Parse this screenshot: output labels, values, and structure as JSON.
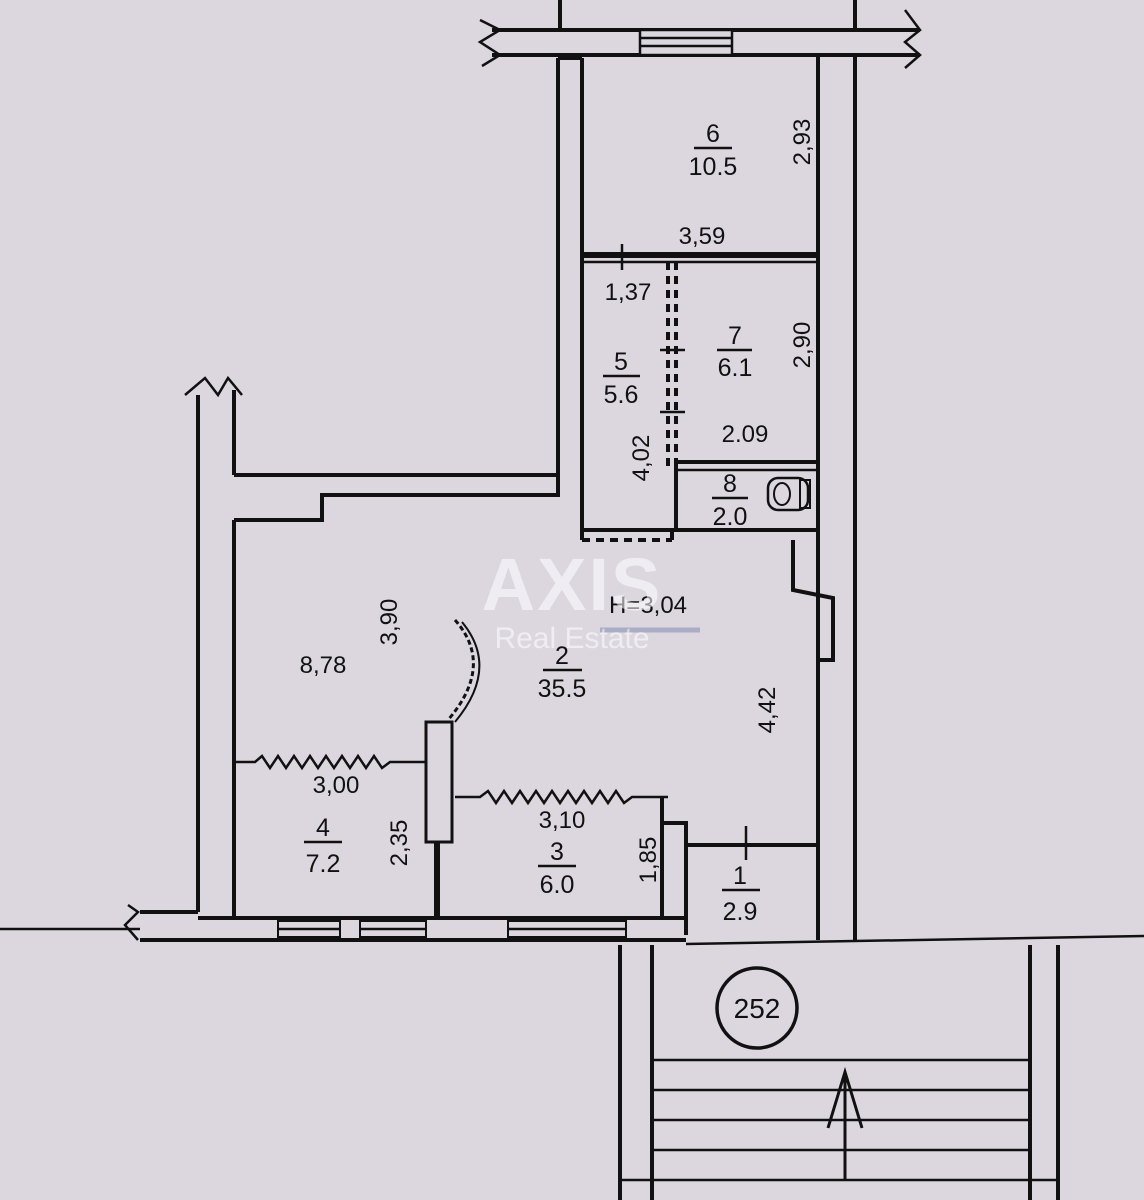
{
  "watermark": {
    "brand": "AXIS",
    "sub": "Real Estate"
  },
  "ceiling_height": "H=3,04",
  "unit_number": "252",
  "rooms": {
    "r1": {
      "number": "1",
      "area": "2.9"
    },
    "r2": {
      "number": "2",
      "area": "35.5"
    },
    "r3": {
      "number": "3",
      "area": "6.0"
    },
    "r4": {
      "number": "4",
      "area": "7.2"
    },
    "r5": {
      "number": "5",
      "area": "5.6"
    },
    "r6": {
      "number": "6",
      "area": "10.5"
    },
    "r7": {
      "number": "7",
      "area": "6.1"
    },
    "r8": {
      "number": "8",
      "area": "2.0"
    }
  },
  "dimensions": {
    "d_2_93": "2,93",
    "d_3_59": "3,59",
    "d_1_37": "1,37",
    "d_2_90": "2,90",
    "d_2_09": "2.09",
    "d_4_02": "4,02",
    "d_3_90": "3,90",
    "d_8_78": "8,78",
    "d_4_42": "4,42",
    "d_3_00": "3,00",
    "d_2_35": "2,35",
    "d_3_10": "3,10",
    "d_1_85": "1,85"
  },
  "colors": {
    "background": "#dcd7df",
    "line": "#111111",
    "watermark": "#ffffff"
  }
}
